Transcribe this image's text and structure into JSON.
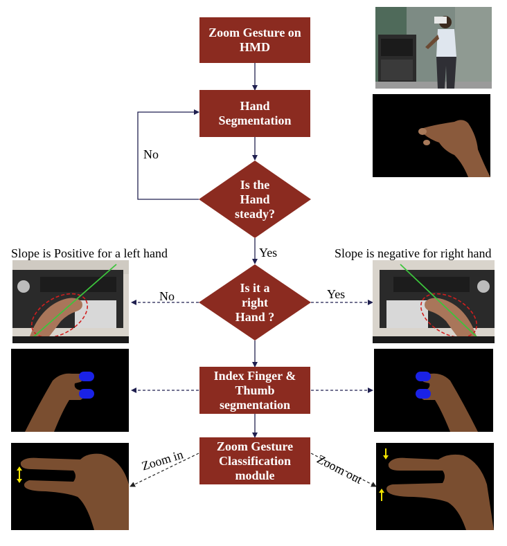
{
  "flowchart": {
    "nodes": {
      "zoom_gesture_hmd": "Zoom Gesture on\nHMD",
      "hand_segmentation": "Hand\nSegmentation",
      "hand_steady": "Is the\nHand\nsteady?",
      "right_hand": "Is it a\nright\nHand ?",
      "finger_thumb_seg": "Index Finger &\nThumb\nsegmentation",
      "classification": "Zoom Gesture\nClassification\nmodule"
    },
    "edge_labels": {
      "steady_no": "No",
      "steady_yes": "Yes",
      "right_no": "No",
      "right_yes": "Yes",
      "zoom_in": "Zoom in",
      "zoom_out": "Zoom out"
    },
    "captions": {
      "left_slope": "Slope is Positive for a left hand",
      "right_slope": "Slope is negative for right hand"
    }
  },
  "colors": {
    "box_fill": "#8b2b20",
    "arrow": "#1f1f4f",
    "fingertip_blue": "#1a22e6",
    "zoom_arrow": "#f2e400",
    "slope_line": "#3cc43c",
    "slope_ellipse": "#d21e1e"
  },
  "photos": [
    {
      "name": "hmd-user-photo",
      "subject": "person wearing head-mounted display"
    },
    {
      "name": "segmented-hand-photo",
      "subject": "segmented hand on black background"
    },
    {
      "name": "left-hand-slope-photo",
      "subject": "left hand with positive slope line"
    },
    {
      "name": "right-hand-slope-photo",
      "subject": "right hand with negative slope line"
    },
    {
      "name": "left-fingertip-seg-photo",
      "subject": "left hand with blue fingertips"
    },
    {
      "name": "right-fingertip-seg-photo",
      "subject": "right hand with blue fingertips"
    },
    {
      "name": "zoom-in-photo",
      "subject": "pinch zoom in gesture"
    },
    {
      "name": "zoom-out-photo",
      "subject": "pinch zoom out gesture"
    }
  ]
}
